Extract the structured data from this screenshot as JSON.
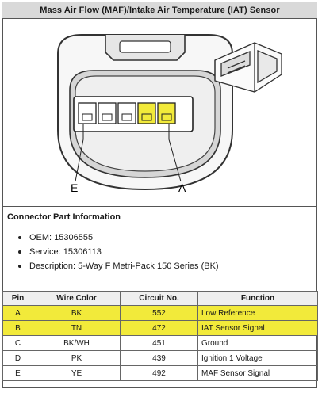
{
  "title": "Mass Air Flow (MAF)/Intake Air Temperature (IAT) Sensor",
  "diagram": {
    "label_left": "E",
    "label_right": "A",
    "highlight_color": "#f2ea3a"
  },
  "info": {
    "heading": "Connector Part Information",
    "items": [
      "OEM: 15306555",
      "Service: 15306113",
      "Description: 5-Way F Metri-Pack 150 Series (BK)"
    ]
  },
  "table": {
    "headers": [
      "Pin",
      "Wire Color",
      "Circuit No.",
      "Function"
    ],
    "rows": [
      {
        "pin": "A",
        "color": "BK",
        "circuit": "552",
        "function": "Low Reference",
        "highlight": true
      },
      {
        "pin": "B",
        "color": "TN",
        "circuit": "472",
        "function": "IAT Sensor Signal",
        "highlight": true
      },
      {
        "pin": "C",
        "color": "BK/WH",
        "circuit": "451",
        "function": "Ground",
        "highlight": false
      },
      {
        "pin": "D",
        "color": "PK",
        "circuit": "439",
        "function": "Ignition 1 Voltage",
        "highlight": false
      },
      {
        "pin": "E",
        "color": "YE",
        "circuit": "492",
        "function": "MAF Sensor Signal",
        "highlight": false
      }
    ]
  }
}
